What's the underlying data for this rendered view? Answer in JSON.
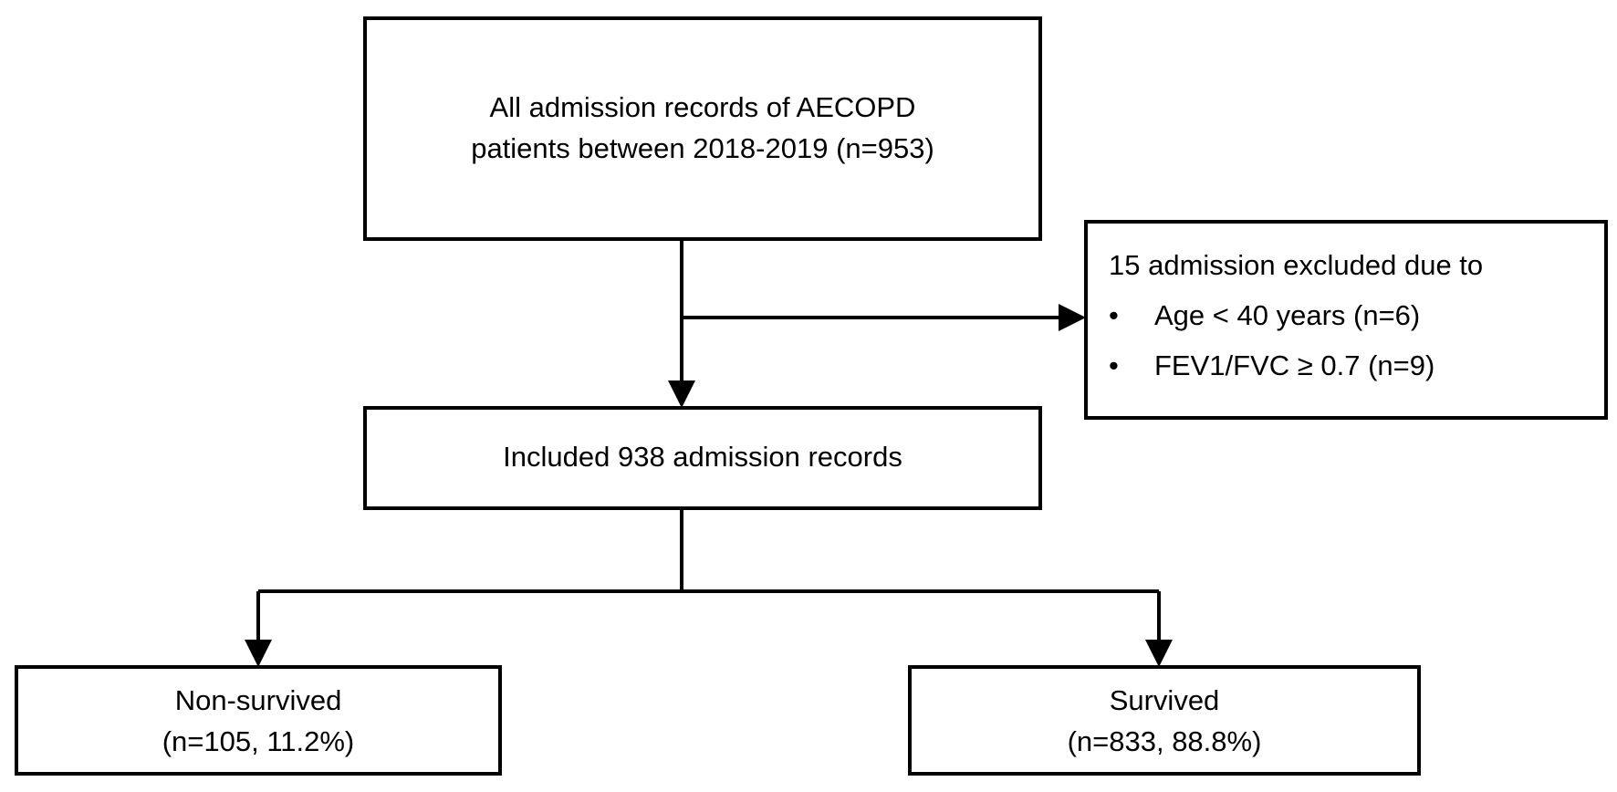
{
  "diagram": {
    "type": "flowchart",
    "title": "AECOPD study participant flow diagram",
    "colors": {
      "background": "#ffffff",
      "box_border": "#000000",
      "box_fill": "#ffffff",
      "connector": "#000000",
      "text": "#000000"
    },
    "nodes": {
      "source_records": {
        "id": "source-records-box",
        "lines": [
          "All admission records of AECOPD",
          "patients between 2018-2019 (n=953)"
        ],
        "n": 953,
        "period": "2018-2019"
      },
      "excluded": {
        "id": "excluded-box",
        "heading": "15 admission excluded due to",
        "total_excluded": 15,
        "bullet_symbol": "•",
        "reasons": [
          {
            "label": "Age < 40 years (n=6)",
            "n": 6
          },
          {
            "label": "FEV1/FVC ≥ 0.7 (n=9)",
            "n": 9
          }
        ]
      },
      "included_records": {
        "id": "included-records-box",
        "lines": [
          "Included 938 admission records"
        ],
        "n": 938
      },
      "non_survived": {
        "id": "non-survived-box",
        "lines": [
          "Non-survived",
          "(n=105, 11.2%)"
        ],
        "n": 105,
        "percent": "11.2%"
      },
      "survived": {
        "id": "survived-box",
        "lines": [
          "Survived",
          "(n=833, 88.8%)"
        ],
        "n": 833,
        "percent": "88.8%"
      }
    },
    "edges": [
      {
        "id": "edge-source-to-included",
        "from": "source_records",
        "to": "included_records",
        "arrow": true
      },
      {
        "id": "edge-source-to-excluded",
        "from": "source_records",
        "to": "excluded",
        "arrow": true
      },
      {
        "id": "edge-included-to-non-survived",
        "from": "included_records",
        "to": "non_survived",
        "arrow": true
      },
      {
        "id": "edge-included-to-survived",
        "from": "included_records",
        "to": "survived",
        "arrow": true
      }
    ]
  }
}
